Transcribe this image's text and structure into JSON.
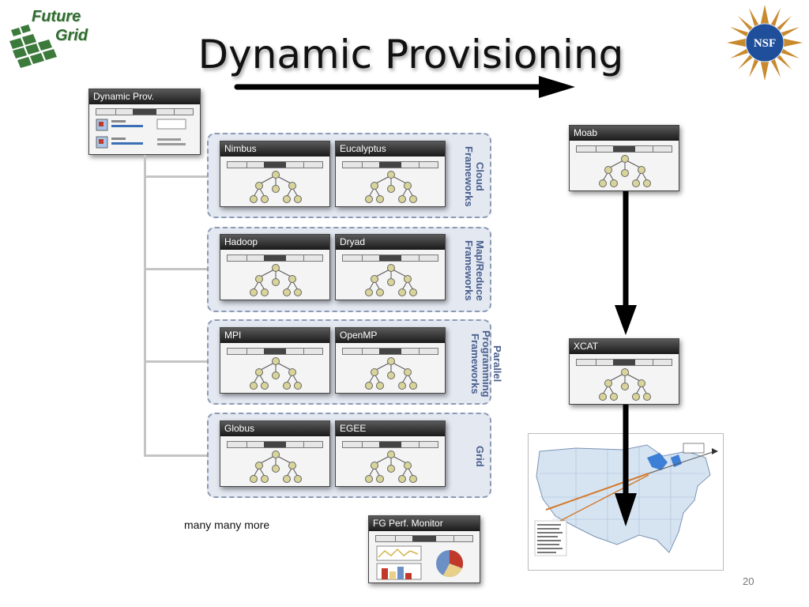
{
  "slide": {
    "title": "Dynamic Provisioning",
    "page_number": "20",
    "note": "many many more"
  },
  "logos": {
    "futuregrid": {
      "line1": "Future",
      "line2": "Grid"
    },
    "nsf": {
      "text": "NSF"
    }
  },
  "controller": {
    "label": "Dynamic Prov."
  },
  "groups": [
    {
      "label_lines": [
        "Cloud",
        "Frameworks"
      ],
      "windows": [
        "Nimbus",
        "Eucalyptus"
      ]
    },
    {
      "label_lines": [
        "Map/Reduce",
        "Frameworks"
      ],
      "windows": [
        "Hadoop",
        "Dryad"
      ]
    },
    {
      "label_lines": [
        "Parallel",
        "Programming",
        "Frameworks"
      ],
      "windows": [
        "MPI",
        "OpenMP"
      ]
    },
    {
      "label_lines": [
        "Grid"
      ],
      "windows": [
        "Globus",
        "EGEE"
      ]
    }
  ],
  "pipeline": [
    "Moab",
    "XCAT"
  ],
  "monitor": {
    "label": "FG Perf. Monitor"
  },
  "colors": {
    "group_bg": "#e3e8f1",
    "group_border": "#8d9ab3",
    "group_label": "#4a5f8e",
    "title_bar": "#2a2a2a",
    "node": "#d9d49a"
  }
}
